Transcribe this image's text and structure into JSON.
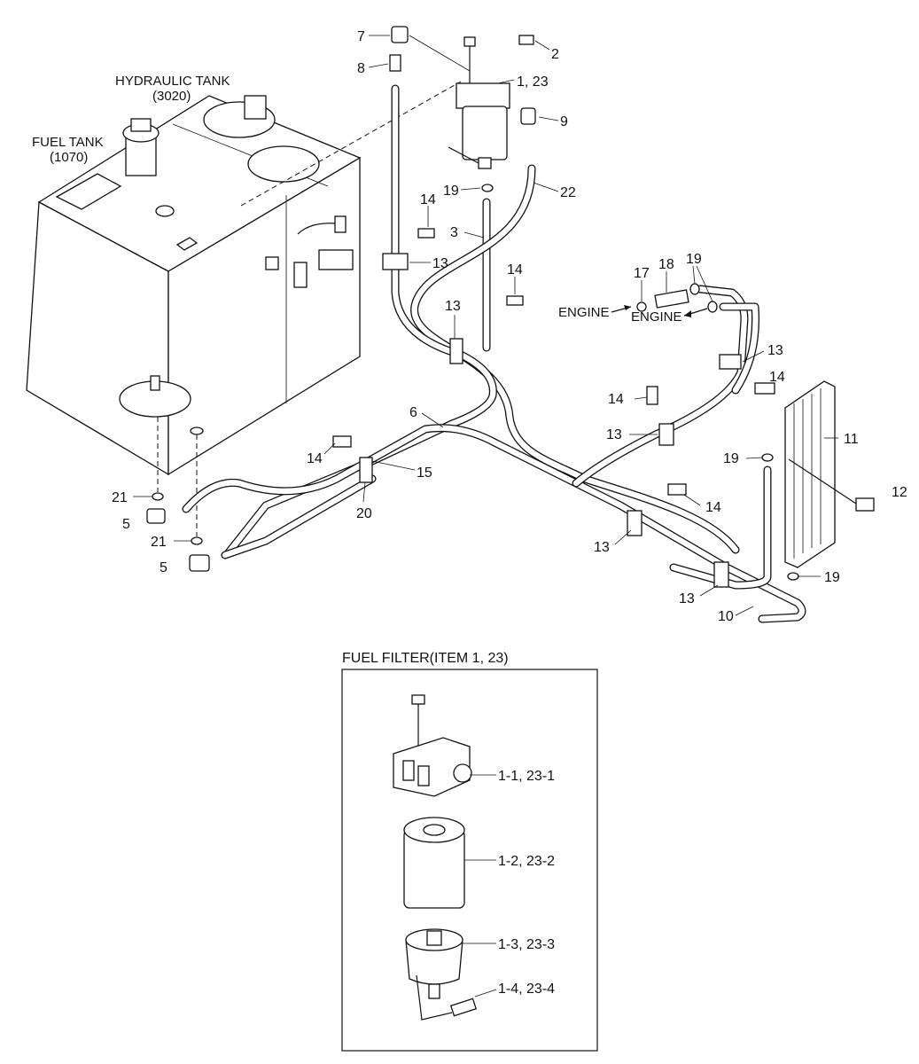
{
  "tanks": {
    "hydraulic_name": "HYDRAULIC TANK",
    "hydraulic_code": "(3020)",
    "fuel_name": "FUEL TANK",
    "fuel_code": "(1070)"
  },
  "engine_labels": [
    "ENGINE",
    "ENGINE"
  ],
  "callouts": [
    {
      "id": "c7",
      "text": "7"
    },
    {
      "id": "c8",
      "text": "8"
    },
    {
      "id": "c2",
      "text": "2"
    },
    {
      "id": "c1_23",
      "text": "1, 23"
    },
    {
      "id": "c9",
      "text": "9"
    },
    {
      "id": "c19a",
      "text": "19"
    },
    {
      "id": "c22",
      "text": "22"
    },
    {
      "id": "c14a",
      "text": "14"
    },
    {
      "id": "c3",
      "text": "3"
    },
    {
      "id": "c13a",
      "text": "13"
    },
    {
      "id": "c14b",
      "text": "14"
    },
    {
      "id": "c13b",
      "text": "13"
    },
    {
      "id": "c17",
      "text": "17"
    },
    {
      "id": "c18",
      "text": "18"
    },
    {
      "id": "c19b",
      "text": "19"
    },
    {
      "id": "c13c",
      "text": "13"
    },
    {
      "id": "c14c",
      "text": "14"
    },
    {
      "id": "c14d",
      "text": "14"
    },
    {
      "id": "c13d",
      "text": "13"
    },
    {
      "id": "c6",
      "text": "6"
    },
    {
      "id": "c11",
      "text": "11"
    },
    {
      "id": "c19c",
      "text": "19"
    },
    {
      "id": "c12",
      "text": "12"
    },
    {
      "id": "c14e",
      "text": "14"
    },
    {
      "id": "c15",
      "text": "15"
    },
    {
      "id": "c21a",
      "text": "21"
    },
    {
      "id": "c5a",
      "text": "5"
    },
    {
      "id": "c20",
      "text": "20"
    },
    {
      "id": "c14f",
      "text": "14"
    },
    {
      "id": "c21b",
      "text": "21"
    },
    {
      "id": "c5b",
      "text": "5"
    },
    {
      "id": "c13e",
      "text": "13"
    },
    {
      "id": "c13f",
      "text": "13"
    },
    {
      "id": "c19d",
      "text": "19"
    },
    {
      "id": "c10",
      "text": "10"
    }
  ],
  "filter_detail": {
    "title": "FUEL FILTER(ITEM 1, 23)",
    "labels": [
      "1-1, 23-1",
      "1-2, 23-2",
      "1-3, 23-3",
      "1-4, 23-4"
    ]
  }
}
